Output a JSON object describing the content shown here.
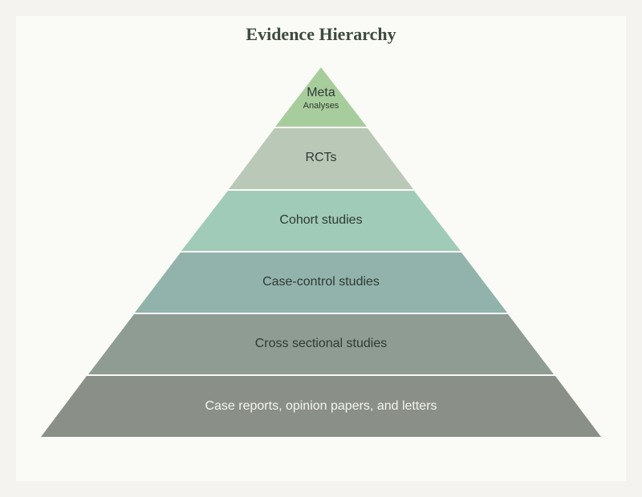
{
  "title": "Evidence Hierarchy",
  "colors": {
    "page_bg": "#f4f3ef",
    "card_bg": "#fafaf6",
    "title": "#3d4a3e",
    "layer_1": "#a8cd9d",
    "layer_2": "#bac8b7",
    "layer_3": "#a0cbb8",
    "layer_4": "#92b3ab",
    "layer_5": "#8e9c94",
    "layer_6": "#8a9088"
  },
  "layers": [
    {
      "level": 1,
      "label": "Meta",
      "sublabel": "Analyses"
    },
    {
      "level": 2,
      "label": "RCTs"
    },
    {
      "level": 3,
      "label": "Cohort studies"
    },
    {
      "level": 4,
      "label": "Case-control studies"
    },
    {
      "level": 5,
      "label": "Cross sectional studies"
    },
    {
      "level": 6,
      "label": "Case reports, opinion papers, and letters"
    }
  ]
}
